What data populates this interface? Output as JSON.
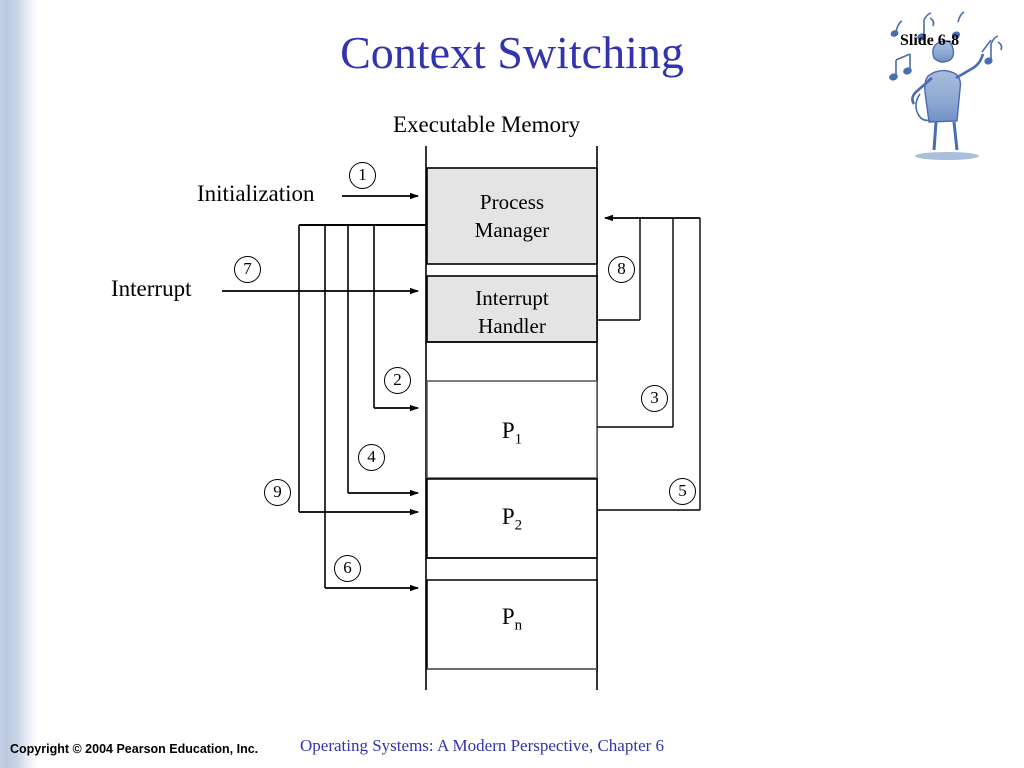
{
  "slide": {
    "title": "Context Switching",
    "slide_number": "Slide 6-8",
    "clipart_name": "conductor-music-clipart"
  },
  "diagram": {
    "memory_title": "Executable Memory",
    "left_labels": [
      {
        "name": "initialization",
        "text": "Initialization"
      },
      {
        "name": "interrupt",
        "text": "Interrupt"
      }
    ],
    "memory_blocks": [
      {
        "name": "process-manager",
        "line1": "Process",
        "line2": "Manager",
        "shaded": true
      },
      {
        "name": "interrupt-handler",
        "line1": "Interrupt",
        "line2": "Handler",
        "shaded": true
      },
      {
        "name": "process-1",
        "label": "P",
        "sub": "1",
        "shaded": false
      },
      {
        "name": "process-2",
        "label": "P",
        "sub": "2",
        "shaded": false
      },
      {
        "name": "process-n",
        "label": "P",
        "sub": "n",
        "shaded": false
      }
    ],
    "steps": [
      {
        "id": "1",
        "label": "1",
        "side": "left",
        "target": "process-manager"
      },
      {
        "id": "2",
        "label": "2",
        "side": "left",
        "target": "process-1"
      },
      {
        "id": "3",
        "label": "3",
        "side": "right",
        "target": "process-1"
      },
      {
        "id": "4",
        "label": "4",
        "side": "left",
        "target": "process-2"
      },
      {
        "id": "5",
        "label": "5",
        "side": "right",
        "target": "process-2"
      },
      {
        "id": "6",
        "label": "6",
        "side": "left",
        "target": "process-n"
      },
      {
        "id": "7",
        "label": "7",
        "side": "left",
        "target": "interrupt-handler"
      },
      {
        "id": "8",
        "label": "8",
        "side": "right",
        "target": "interrupt-handler"
      },
      {
        "id": "9",
        "label": "9",
        "side": "left",
        "target": "process-2"
      }
    ]
  },
  "footer": {
    "copyright": "Copyright © 2004 Pearson Education, Inc.",
    "book": "Operating Systems: A Modern Perspective, Chapter 6"
  },
  "colors": {
    "title_blue": "#3333b0",
    "block_shade": "#e4e4e4",
    "line_black": "#000000",
    "accent_bar": "#c3cfe4"
  }
}
